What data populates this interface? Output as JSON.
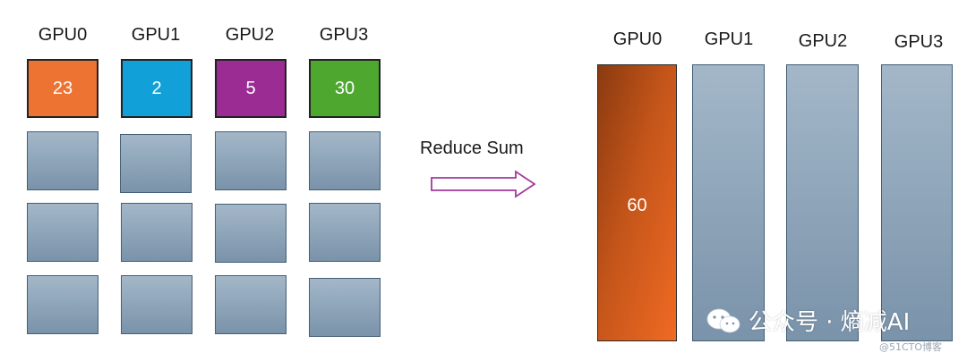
{
  "left": {
    "headers": [
      "GPU0",
      "GPU1",
      "GPU2",
      "GPU3"
    ],
    "values": [
      "23",
      "2",
      "5",
      "30"
    ],
    "value_colors": [
      "#ed7332",
      "#12a0d8",
      "#9b2c93",
      "#4ea82f"
    ]
  },
  "operation": {
    "label": "Reduce Sum",
    "arrow_color": "#a03a9a"
  },
  "right": {
    "headers": [
      "GPU0",
      "GPU1",
      "GPU2",
      "GPU3"
    ],
    "result": "60"
  },
  "watermark": {
    "text": "公众号 · 熵减AI",
    "icon": "wechat-icon"
  },
  "copyright": "@51CTO博客"
}
